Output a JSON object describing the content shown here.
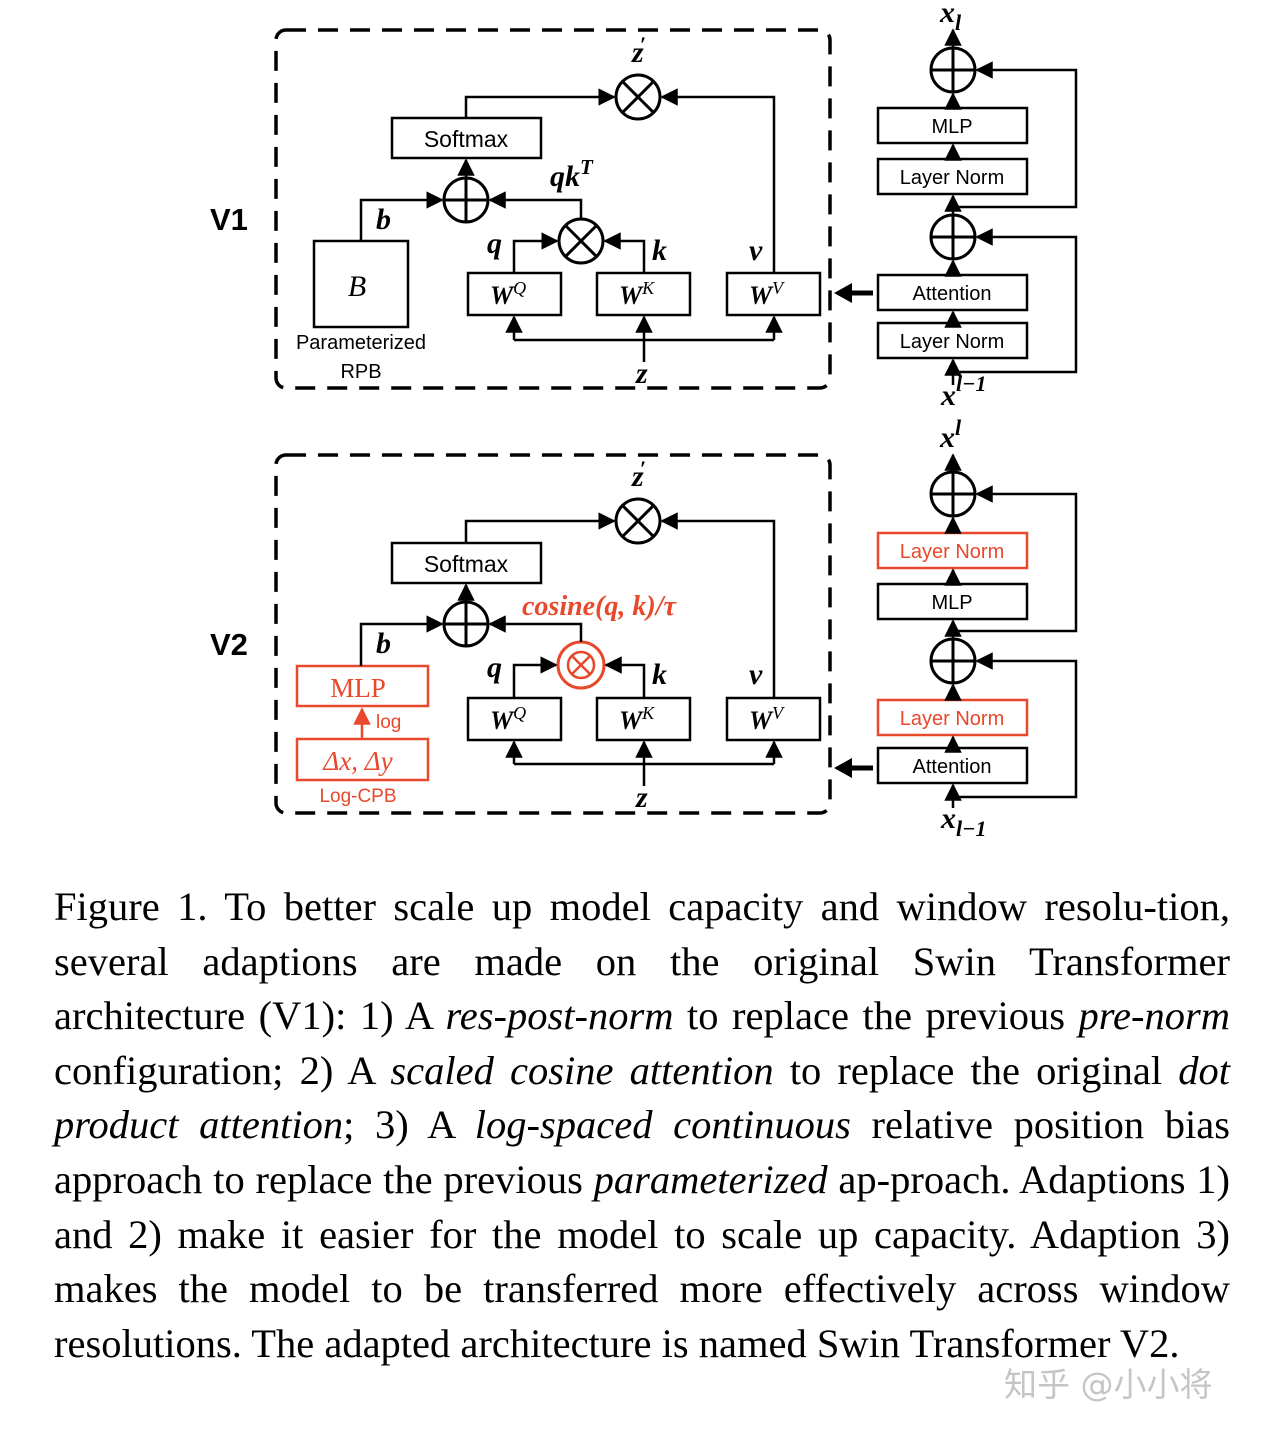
{
  "figure": {
    "v1": {
      "label": "V1",
      "z_out": "z",
      "z_out_prime": "′",
      "softmax": "Softmax",
      "qk": "qk",
      "qk_sup": "T",
      "b": "b",
      "B": "B",
      "rpb_line1": "Parameterized",
      "rpb_line2": "RPB",
      "q": "q",
      "k": "k",
      "v": "v",
      "W": "W",
      "WQ_sup": "Q",
      "WK_sup": "K",
      "WV_sup": "V",
      "z_in": "z",
      "block": {
        "x_top": "x",
        "x_top_sub": "l",
        "mlp": "MLP",
        "ln_upper": "Layer Norm",
        "attention": "Attention",
        "ln_lower": "Layer Norm",
        "x_bottom": "x",
        "x_bottom_sup": "l−1"
      }
    },
    "v2": {
      "label": "V2",
      "z_out": "z",
      "z_out_prime": "′",
      "softmax": "Softmax",
      "cosine": "cosine(q, k)/τ",
      "b": "b",
      "mlp": "MLP",
      "log": "log",
      "delta": "Δx, Δy",
      "logcpb": "Log-CPB",
      "q": "q",
      "k": "k",
      "v": "v",
      "W": "W",
      "WQ_sup": "Q",
      "WK_sup": "K",
      "WV_sup": "V",
      "z_in": "z",
      "block": {
        "x_top": "x",
        "x_top_sup": "l",
        "ln_upper": "Layer Norm",
        "mlp": "MLP",
        "ln_lower": "Layer Norm",
        "attention": "Attention",
        "x_bottom": "x",
        "x_bottom_sub": "l−1"
      }
    },
    "colors": {
      "ink": "#000000",
      "highlight": "#e8482b"
    }
  },
  "caption": {
    "p1": "Figure 1.  To better scale up model capacity and window resolu-tion, several adaptions are made on the original Swin Transformer architecture (V1): 1) A ",
    "i1": "res-post-norm",
    "p2": " to replace the previous ",
    "i2": "pre-norm",
    "p3": " configuration; 2) A ",
    "i3": "scaled cosine attention",
    "p4": " to replace the original ",
    "i4": "dot product attention",
    "p5": "; 3) A ",
    "i5": "log-spaced continuous",
    "p6": " relative position bias approach to replace the previous ",
    "i6": "parameterized",
    "p7": " ap-proach. Adaptions 1) and 2) make it easier for the model to scale up capacity. Adaption 3) makes the model to be transferred more effectively across window resolutions. The adapted architecture is named Swin Transformer V2."
  },
  "watermark": "知乎 @小小将"
}
